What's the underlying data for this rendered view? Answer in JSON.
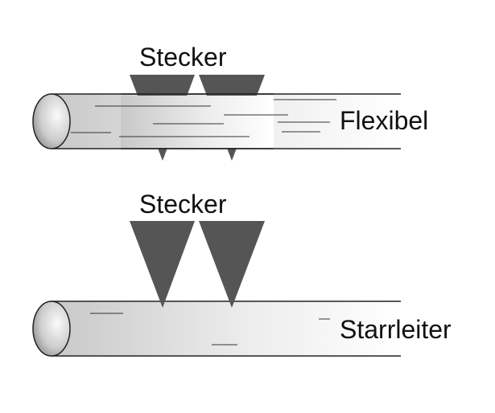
{
  "labels": {
    "connector_top": "Stecker",
    "flexible": "Flexibel",
    "connector_bottom": "Stecker",
    "rigid": "Starrleiter"
  },
  "colors": {
    "connector": "#555555",
    "outline": "#222222",
    "cable_light": "#f4f4f4",
    "cable_dark": "#cfcfcf"
  }
}
